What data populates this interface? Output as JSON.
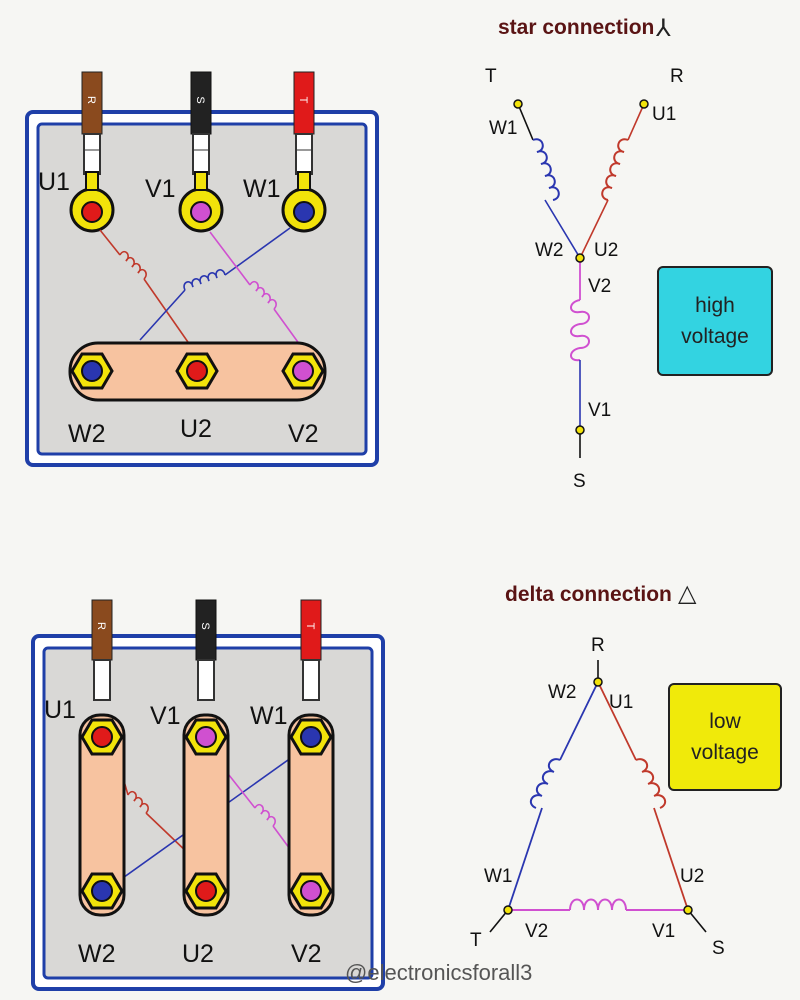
{
  "star": {
    "title": "star connection",
    "symbol": "⅄",
    "box_text_1": "high",
    "box_text_2": "voltage",
    "box_color": "#33d3e1",
    "labels": {
      "T": "T",
      "R": "R",
      "S": "S",
      "W1": "W1",
      "U1": "U1",
      "W2": "W2",
      "U2": "U2",
      "V2": "V2",
      "V1": "V1"
    }
  },
  "delta": {
    "title": "delta connection",
    "symbol": "△",
    "box_text_1": "low",
    "box_text_2": "voltage",
    "box_color": "#f0ea0a",
    "labels": {
      "R": "R",
      "W2": "W2",
      "U1": "U1",
      "W1": "W1",
      "U2": "U2",
      "T": "T",
      "V2": "V2",
      "V1": "V1",
      "S": "S"
    }
  },
  "terminal_box_star": {
    "cable_letters": [
      "R",
      "S",
      "T"
    ],
    "top_labels": [
      "U1",
      "V1",
      "W1"
    ],
    "bottom_labels": [
      "W2",
      "U2",
      "V2"
    ]
  },
  "terminal_box_delta": {
    "cable_letters": [
      "R",
      "S",
      "T"
    ],
    "top_labels": [
      "U1",
      "V1",
      "W1"
    ],
    "bottom_labels": [
      "W2",
      "U2",
      "V2"
    ]
  },
  "colors": {
    "phase_u": "#c0392b",
    "phase_v": "#d050d0",
    "phase_w": "#2a36b0",
    "link_bar": "#f7c3a0",
    "lug_yellow": "#f2e30a",
    "box_border": "#1f3fa8"
  },
  "watermark": "@electronicsforall3"
}
